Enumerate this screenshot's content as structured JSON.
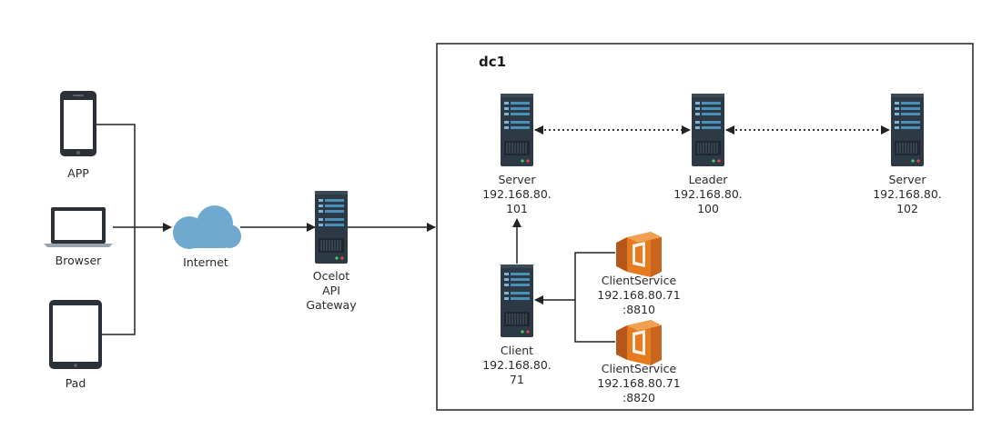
{
  "colors": {
    "device": "#2b3136",
    "cloud": "#6fa9cf",
    "server_body": "#2d3a45",
    "server_slot": "#4a90b8",
    "aws_orange": "#e57b1e",
    "aws_orange_dark": "#b5561a",
    "line": "#222222"
  },
  "icons": {
    "phone": "smartphone-icon",
    "laptop": "laptop-icon",
    "tablet": "tablet-icon",
    "cloud": "cloud-icon",
    "server": "server-rack-icon",
    "service": "aws-ec2-container-icon"
  },
  "diagram": {
    "container_title": "dc1",
    "clients": {
      "app": "APP",
      "browser": "Browser",
      "pad": "Pad"
    },
    "internet": "Internet",
    "gateway": [
      "Ocelot",
      "API",
      "Gateway"
    ],
    "server_a": [
      "Server",
      "192.168.80.",
      "101"
    ],
    "leader": [
      "Leader",
      "192.168.80.",
      "100"
    ],
    "server_b": [
      "Server",
      "192.168.80.",
      "102"
    ],
    "client": [
      "Client",
      "192.168.80.",
      "71"
    ],
    "service_1": [
      "ClientService",
      "192.168.80.71",
      ":8810"
    ],
    "service_2": [
      "ClientService",
      "192.168.80.71",
      ":8820"
    ]
  }
}
